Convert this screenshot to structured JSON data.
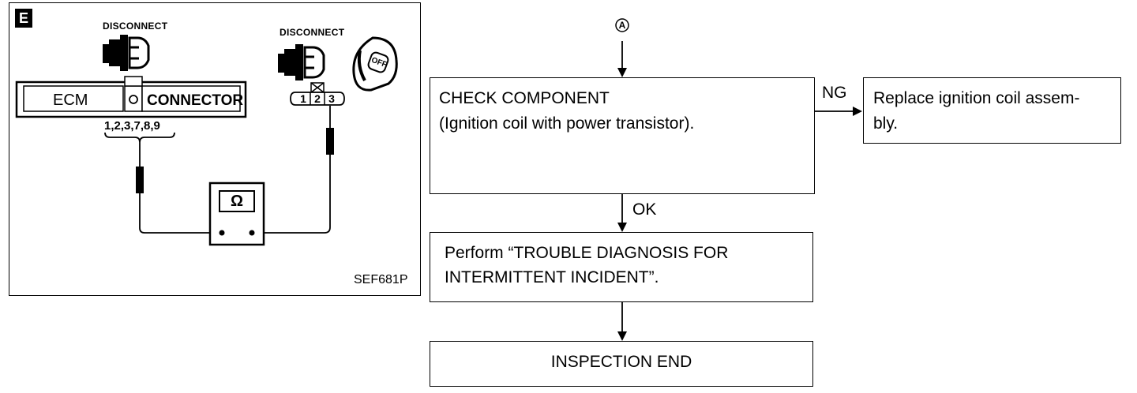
{
  "figure": {
    "section_letter": "E",
    "disconnect_label_1": "DISCONNECT",
    "disconnect_label_2": "DISCONNECT",
    "ecm_label": "ECM",
    "connector_label": "CONNECTOR",
    "ecm_pins": "1,2,3,7,8,9",
    "component_pins": [
      "1",
      "2",
      "3"
    ],
    "ignition_key_label": "OFF",
    "meter_symbol": "Ω",
    "figure_code": "SEF681P"
  },
  "flow": {
    "connector_ref": "A",
    "check_component_title": "CHECK COMPONENT",
    "check_component_detail": "(Ignition coil with power transistor).",
    "ng_label": "NG",
    "replace_line1": "Replace ignition coil assem-",
    "replace_line2": "bly.",
    "ok_label": "OK",
    "perform_line1": "Perform “TROUBLE DIAGNOSIS FOR",
    "perform_line2": "INTERMITTENT INCIDENT”.",
    "end_label": "INSPECTION END"
  }
}
